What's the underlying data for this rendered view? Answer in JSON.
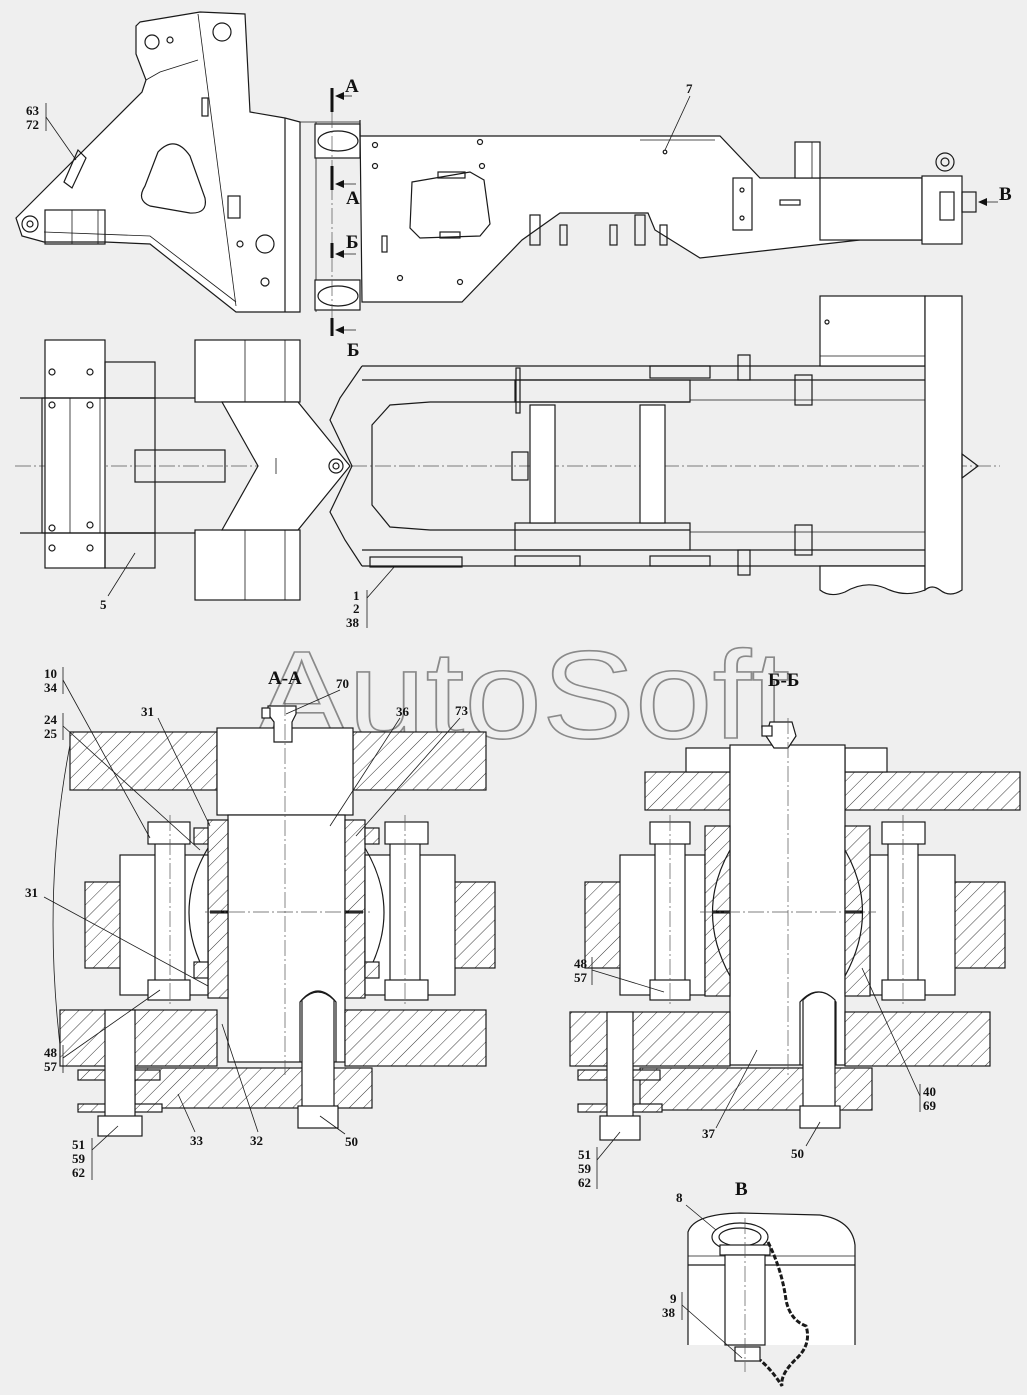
{
  "watermark": "AutoSoft",
  "colors": {
    "background": "#efefef",
    "line": "#1a1a1a",
    "watermark": "#8a8a8a"
  },
  "side_view": {
    "callout_63": "63",
    "callout_72": "72",
    "callout_7": "7",
    "section_a_top": "А",
    "section_a_bottom": "А",
    "section_b_top": "Б",
    "section_b_bottom": "Б",
    "view_v_arrow": "В"
  },
  "top_view": {
    "callout_5": "5",
    "callout_1": "1",
    "callout_2": "2",
    "callout_38": "38"
  },
  "section_aa": {
    "title": "А-А",
    "callout_10": "10",
    "callout_34": "34",
    "callout_24": "24",
    "callout_25": "25",
    "callout_31_top": "31",
    "callout_70": "70",
    "callout_36": "36",
    "callout_73": "73",
    "callout_31_left": "31",
    "callout_48": "48",
    "callout_57": "57",
    "callout_51": "51",
    "callout_59": "59",
    "callout_62": "62",
    "callout_33": "33",
    "callout_32": "32",
    "callout_50": "50"
  },
  "section_bb": {
    "title": "Б-Б",
    "callout_48": "48",
    "callout_57": "57",
    "callout_40": "40",
    "callout_69": "69",
    "callout_37": "37",
    "callout_50": "50",
    "callout_51": "51",
    "callout_59": "59",
    "callout_62": "62"
  },
  "view_v": {
    "title": "В",
    "callout_8": "8",
    "callout_9": "9",
    "callout_38": "38"
  }
}
